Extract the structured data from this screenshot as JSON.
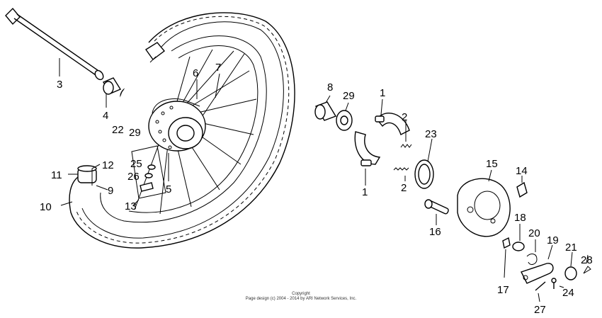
{
  "callouts": {
    "n3": "3",
    "n4": "4",
    "n22": "22",
    "n29a": "29",
    "n6": "6",
    "n7": "7",
    "n5": "5",
    "n25": "25",
    "n26": "26",
    "n11": "11",
    "n12": "12",
    "n9": "9",
    "n10": "10",
    "n13": "13",
    "n8": "8",
    "n29b": "29",
    "n1a": "1",
    "n2a": "2",
    "n23": "23",
    "n1b": "1",
    "n2b": "2",
    "n15": "15",
    "n14": "14",
    "n16": "16",
    "n18": "18",
    "n20": "20",
    "n19": "19",
    "n21": "21",
    "n28": "28",
    "n17": "17",
    "n24": "24",
    "n27": "27"
  },
  "footer": {
    "line1": "Copyright",
    "line2": "Page design (c) 2004 - 2014 by ARI Network Services, Inc."
  }
}
